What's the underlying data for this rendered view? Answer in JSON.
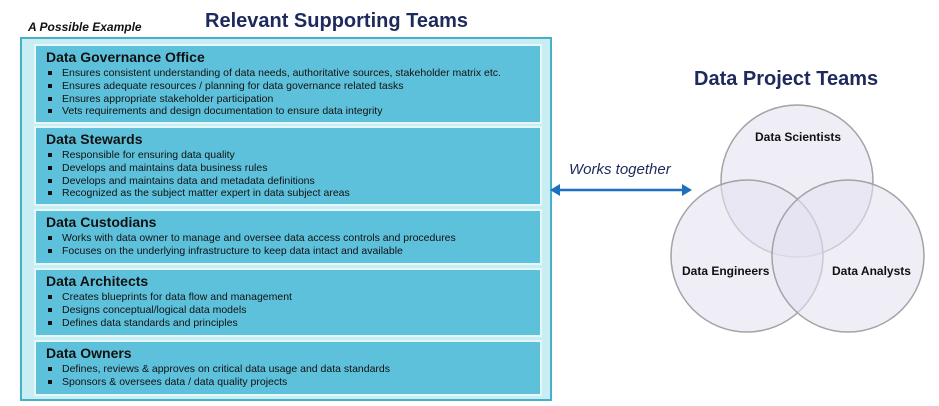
{
  "example_label": "A Possible Example",
  "left_title": "Relevant Supporting Teams",
  "teams": [
    {
      "name": "Data Governance Office",
      "bullets": [
        "Ensures consistent understanding of data needs, authoritative sources, stakeholder matrix etc.",
        "Ensures adequate resources / planning for data governance related tasks",
        "Ensures appropriate stakeholder participation",
        "Vets requirements and design documentation to ensure data integrity"
      ]
    },
    {
      "name": "Data Stewards",
      "bullets": [
        "Responsible for ensuring data quality",
        "Develops and maintains data business rules",
        "Develops and maintains data and metadata definitions",
        "Recognized as the subject matter expert in data subject areas"
      ]
    },
    {
      "name": "Data Custodians",
      "bullets": [
        "Works with data owner to manage and oversee data access controls and procedures",
        "Focuses on the underlying infrastructure to keep data intact and available"
      ]
    },
    {
      "name": "Data Architects",
      "bullets": [
        "Creates blueprints for data flow and management",
        "Designs conceptual/logical data models",
        "Defines data standards and principles"
      ]
    },
    {
      "name": "Data Owners",
      "bullets": [
        "Defines, reviews & approves on critical data usage and data standards",
        "Sponsors & oversees data / data quality projects"
      ]
    }
  ],
  "connector_label": "Works together",
  "right_title": "Data Project Teams",
  "venn": {
    "top": "Data Scientists",
    "left": "Data Engineers",
    "right": "Data Analysts"
  },
  "colors": {
    "title": "#1f2a5c",
    "outer_fill": "#c8eef3",
    "outer_border": "#45b0c6",
    "team_fill": "#5ec1db",
    "arrow": "#1f6fc0",
    "circle_fill": "#e4e2f2",
    "circle_stroke": "#a3a3a3"
  }
}
